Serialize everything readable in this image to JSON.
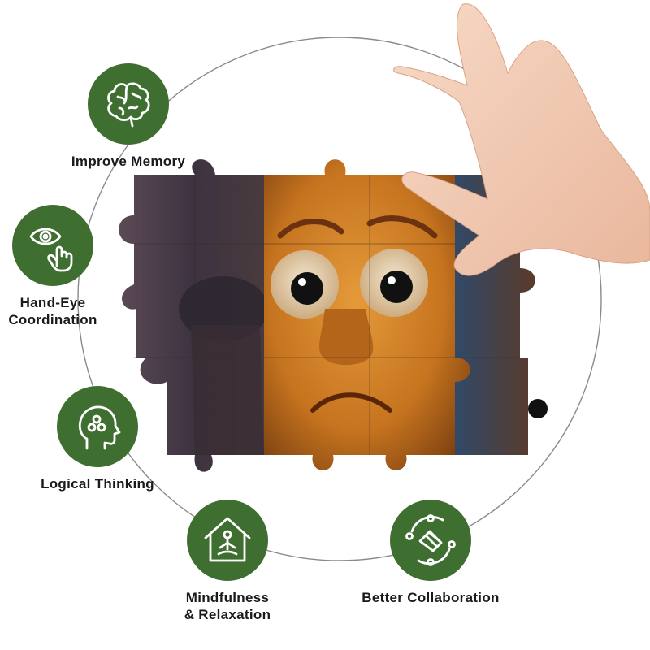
{
  "accent_color": "#3f6e31",
  "benefits": [
    {
      "icon": "brain-icon",
      "lines": [
        "Improve Memory"
      ]
    },
    {
      "icon": "eye-hand-pointer-icon",
      "lines": [
        "Hand-Eye",
        "Coordination"
      ]
    },
    {
      "icon": "head-molecule-icon",
      "lines": [
        "Logical Thinking"
      ]
    },
    {
      "icon": "house-meditation-icon",
      "lines": [
        "Mindfulness",
        "& Relaxation"
      ]
    },
    {
      "icon": "handshake-cycle-icon",
      "lines": [
        "Better Collaboration"
      ]
    }
  ],
  "illustration": {
    "subject": "jigsaw-puzzle-face",
    "hand": "hand-holding-puzzle-piece"
  }
}
